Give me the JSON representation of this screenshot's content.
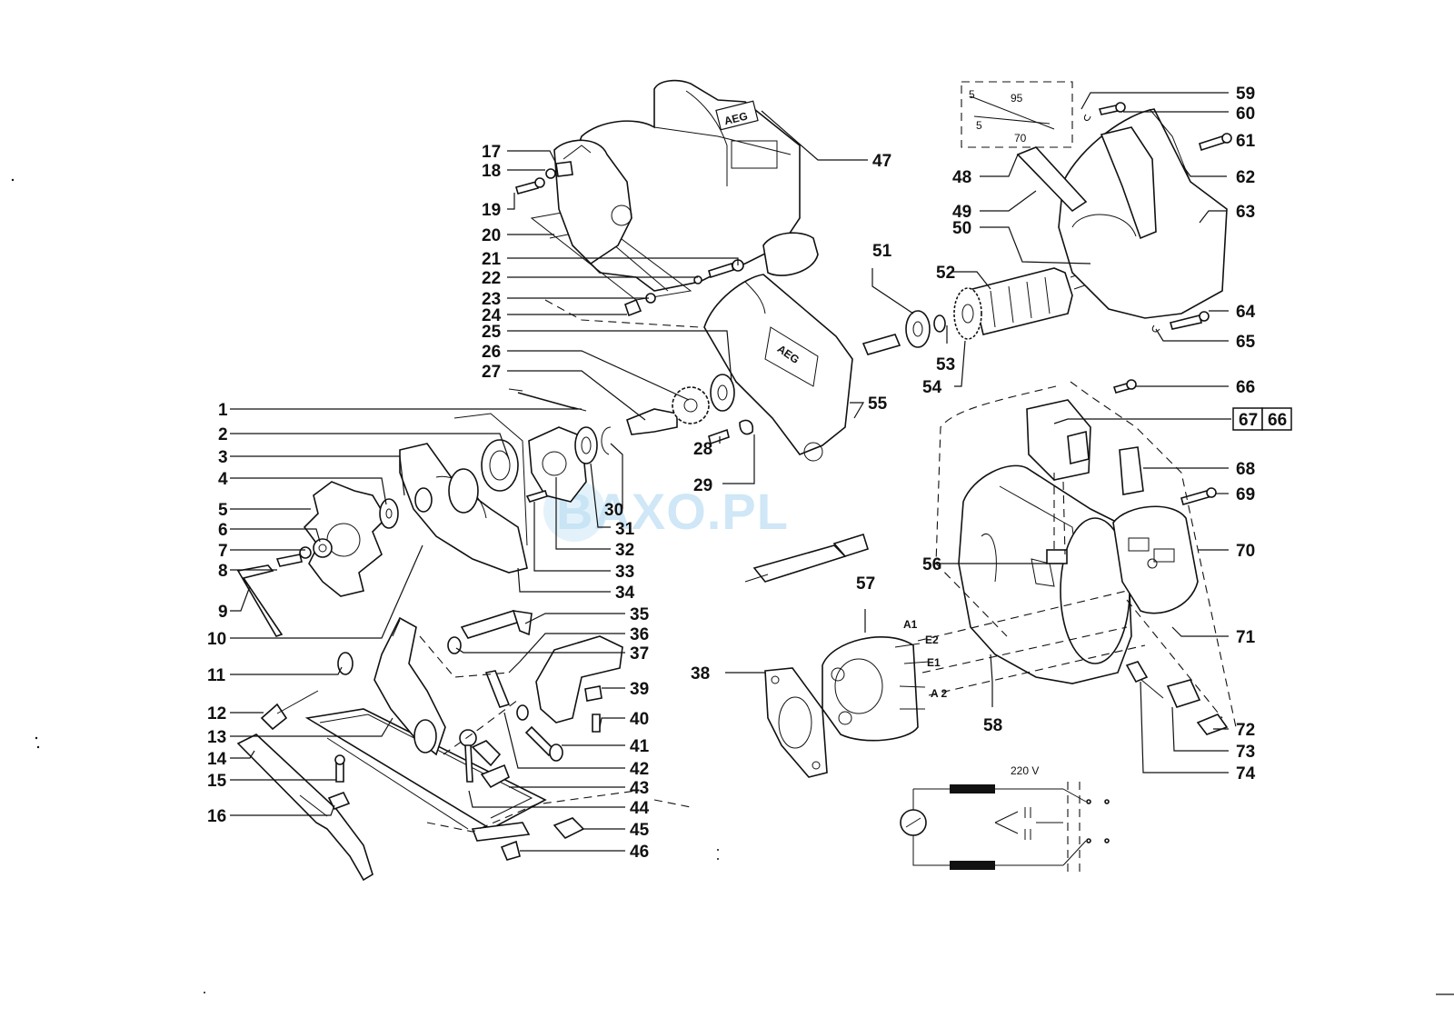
{
  "watermark": "BAXO.PL",
  "brand_logo": "AEG",
  "schematic": {
    "voltage": "220 V"
  },
  "terminal_labels": [
    "A1",
    "E2",
    "E1",
    "A 2"
  ],
  "cable_lengths": {
    "a": "5",
    "b": "95",
    "c": "5",
    "d": "70"
  },
  "boxed_label": {
    "left": "67",
    "right": "66"
  },
  "part_numbers": [
    "1",
    "2",
    "3",
    "4",
    "5",
    "6",
    "7",
    "8",
    "9",
    "10",
    "11",
    "12",
    "13",
    "14",
    "15",
    "16",
    "17",
    "18",
    "19",
    "20",
    "21",
    "22",
    "23",
    "24",
    "25",
    "26",
    "27",
    "28",
    "29",
    "30",
    "31",
    "32",
    "33",
    "34",
    "35",
    "36",
    "37",
    "38",
    "39",
    "40",
    "41",
    "42",
    "43",
    "44",
    "45",
    "46",
    "47",
    "48",
    "49",
    "50",
    "51",
    "52",
    "53",
    "54",
    "55",
    "56",
    "57",
    "58",
    "59",
    "60",
    "61",
    "62",
    "63",
    "64",
    "65",
    "66",
    "68",
    "69",
    "70",
    "71",
    "72",
    "73",
    "74"
  ]
}
